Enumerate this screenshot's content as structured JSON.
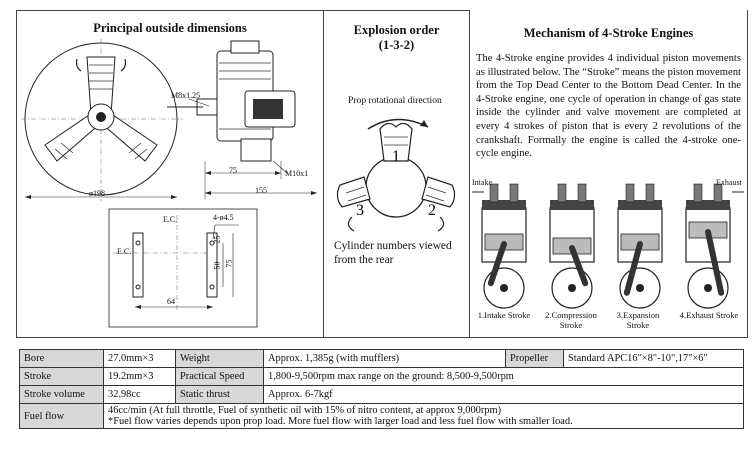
{
  "dimensions": {
    "title": "Principal outside dimensions",
    "labels": {
      "thread_m8": "M8x1.25",
      "thread_m10": "M10x1",
      "dia": "ø198",
      "d75": "75",
      "d155": "155",
      "holes": "4-ø4.5",
      "ec_top": "E.C.",
      "ec_left": "E.C.",
      "d25": "25",
      "d50": "50",
      "d75b": "75",
      "d64": "64"
    }
  },
  "explosion": {
    "title": "Explosion order",
    "order": "(1-3-2)",
    "prop_label": "Prop rotational direction",
    "cyl": [
      "1",
      "2",
      "3"
    ],
    "caption": "Cylinder numbers viewed from the rear"
  },
  "mechanism": {
    "title": "Mechanism of 4-Stroke Engines",
    "text": "The 4-Stroke engine provides 4 individual piston movements as illustrated below. The “Stroke” means the piston movement from the Top Dead Center to the Bottom Dead Center. In the 4-Stroke engine, one cycle of operation in change of gas state inside the cylinder and valve movement are completed at every 4 strokes of piston that is every 2 revolutions of the crankshaft. Formally the engine is called the 4-stroke one-cycle engine.",
    "intake_label": "Intake",
    "exhaust_label": "Exhaust",
    "strokes": [
      "1.Intake Stroke",
      "2.Compression Stroke",
      "3.Expansion Stroke",
      "4.Exhaust Stroke"
    ]
  },
  "specs": {
    "bore_label": "Bore",
    "bore": "27.0mm×3",
    "weight_label": "Weight",
    "weight": "Approx. 1,385g (with mufflers)",
    "propeller_label": "Propeller",
    "propeller": "Standard APC16\"×8\"-10\",17\"×6\"",
    "stroke_label": "Stroke",
    "stroke": "19.2mm×3",
    "speed_label": "Practical Speed",
    "speed": "1,800-9,500rpm    max range on the ground: 8,500-9,500rpm",
    "volume_label": "Stroke volume",
    "volume": "32.98cc",
    "thrust_label": "Static thrust",
    "thrust": "Approx. 6-7kgf",
    "fuel_label": "Fuel flow",
    "fuel_line1": "46cc/min (At full throttle, Fuel of synthetic oil with 15% of nitro content, at approx 9,000rpm)",
    "fuel_line2": "*Fuel flow varies depends upon prop load. More fuel flow with larger load and less fuel flow with smaller load."
  }
}
